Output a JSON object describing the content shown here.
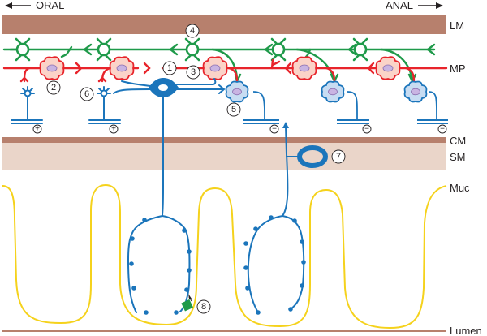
{
  "directions": {
    "oral": "ORAL",
    "anal": "ANAL"
  },
  "layers": {
    "lm": "LM",
    "mp": "MP",
    "cm": "CM",
    "sm": "SM",
    "muc": "Muc",
    "lumen": "Lumen"
  },
  "callouts": [
    "1",
    "2",
    "3",
    "4",
    "5",
    "6",
    "7",
    "8"
  ],
  "signs": {
    "excitatory": "+",
    "inhibitory": "−"
  },
  "colors": {
    "muscle": "#b7806d",
    "submucosa": "#ead5c9",
    "interneuron_green": "#1f9a4a",
    "interneuron_red": "#e8242b",
    "sensory_blue": "#1b75bb",
    "motor_fill_red": "#fbd3c8",
    "motor_fill_blue": "#c7dcf2",
    "nucleus": "#c9b4e2",
    "mucosa_line": "#f5d21c",
    "receptor_green": "#1f9a4a"
  }
}
